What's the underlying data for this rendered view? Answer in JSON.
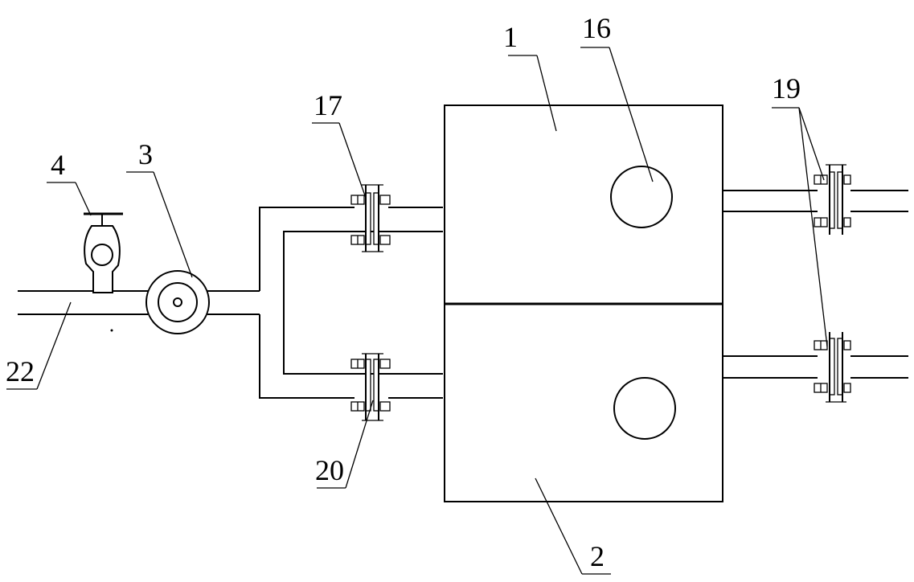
{
  "labels": {
    "box_upper": "1",
    "box_lower": "2",
    "pump": "3",
    "valve": "4",
    "sight_glass": "16",
    "inlet_flange_upper": "17",
    "outlet_flanges": "19",
    "inlet_flange_lower": "20",
    "main_pipe": "22"
  }
}
